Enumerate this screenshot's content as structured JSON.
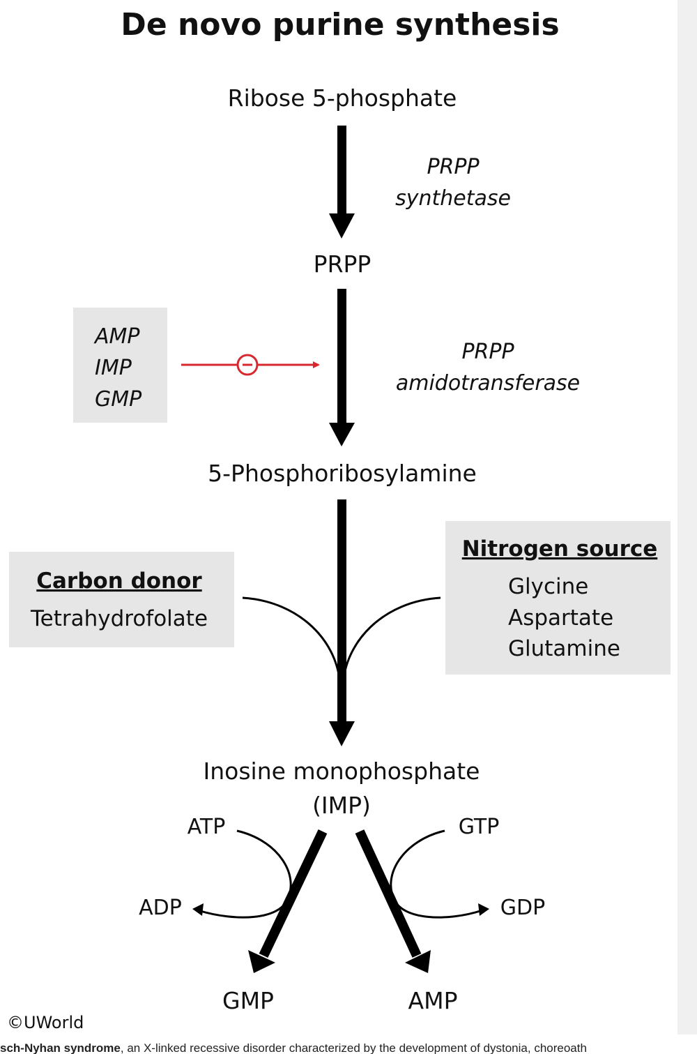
{
  "title": "De novo purine synthesis",
  "nodes": {
    "ribose": "Ribose 5-phosphate",
    "prpp": "PRPP",
    "phosphoribosylamine": "5-Phosphoribosylamine",
    "imp_line1": "Inosine monophosphate",
    "imp_line2": "(IMP)",
    "gmp": "GMP",
    "amp": "AMP"
  },
  "enzymes": {
    "prpp_synthetase_line1": "PRPP",
    "prpp_synthetase_line2": "synthetase",
    "amidotransferase_line1": "PRPP",
    "amidotransferase_line2": "amidotransferase"
  },
  "inhibitors": {
    "items": [
      "AMP",
      "IMP",
      "GMP"
    ],
    "symbol": "−"
  },
  "carbon_donor": {
    "heading": "Carbon donor",
    "items": [
      "Tetrahydrofolate"
    ]
  },
  "nitrogen_source": {
    "heading": "Nitrogen source",
    "items": [
      "Glycine",
      "Aspartate",
      "Glutamine"
    ]
  },
  "cofactors": {
    "atp": "ATP",
    "adp": "ADP",
    "gtp": "GTP",
    "gdp": "GDP"
  },
  "copyright": "©UWorld",
  "caption": {
    "bold": "sch-Nyhan syndrome",
    "rest": ", an X-linked recessive disorder characterized by the development of dystonia, choreoath"
  },
  "colors": {
    "inhibition": "#d7282f",
    "box_fill": "#e6e6e6",
    "arrow": "#000000"
  }
}
